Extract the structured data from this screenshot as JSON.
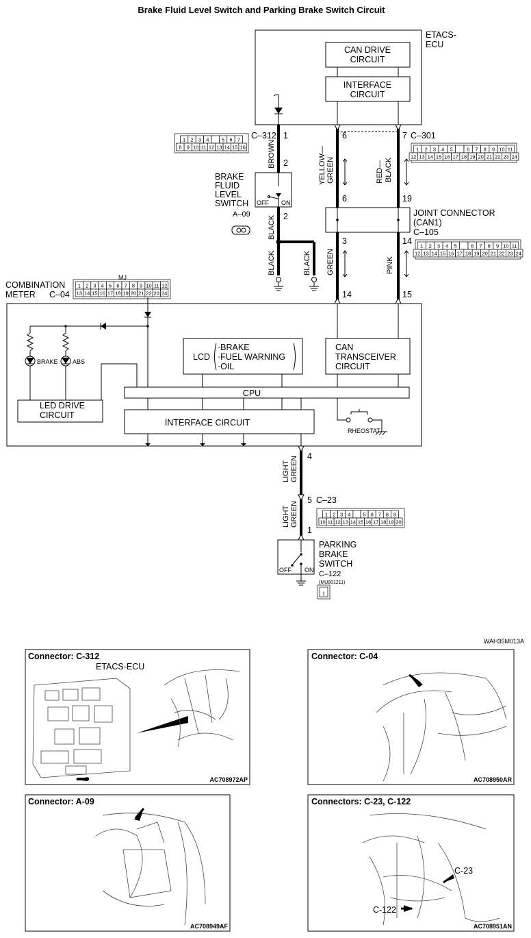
{
  "title": "Brake Fluid Level Switch and Parking Brake Switch Circuit",
  "figure_code": "WAH35M013A",
  "etacs": {
    "label_line1": "ETACS-",
    "label_line2": "ECU",
    "can_drive_line1": "CAN DRIVE",
    "can_drive_line2": "CIRCUIT",
    "interface_line1": "INTERFACE",
    "interface_line2": "CIRCUIT"
  },
  "connectors": {
    "c312": "C–312",
    "c301": "C–301",
    "c105": "C–105",
    "c04": "C–04",
    "c23": "C–23",
    "c122": "C–122",
    "a09": "A–09",
    "c122_part": "(MU801211)",
    "c04_tag": "MJ"
  },
  "pins": {
    "p312_1": "1",
    "p2_top": "2",
    "p2_bottom": "2",
    "p6_top": "6",
    "p6_mid": "6",
    "p7": "7",
    "p19": "19",
    "p3": "3",
    "p14_jc": "14",
    "p14_meter": "14",
    "p15": "15",
    "p4": "4",
    "p5": "5",
    "p1_pb": "1"
  },
  "wires": {
    "brown": "BROWN",
    "black_1": "BLACK",
    "black_2": "BLACK",
    "black_3": "BLACK",
    "yellow_green": "YELLOW—",
    "yellow_green_2": "GREEN",
    "red_black": "RED—",
    "red_black_2": "BLACK",
    "green": "GREEN",
    "pink": "PINK",
    "light_green_1a": "LIGHT",
    "light_green_1b": "GREEN",
    "light_green_2a": "LIGHT",
    "light_green_2b": "GREEN"
  },
  "brake_fluid_switch": {
    "line1": "BRAKE",
    "line2": "FLUID",
    "line3": "LEVEL",
    "line4": "SWITCH",
    "off": "OFF",
    "on": "ON"
  },
  "joint_connector": {
    "line1": "JOINT CONNECTOR",
    "line2": "(CAN1)"
  },
  "meter": {
    "label_line1": "COMBINATION",
    "label_line2": "METER",
    "lcd": "LCD",
    "lcd_item1": "·BRAKE",
    "lcd_item2": "·FUEL WARNING",
    "lcd_item3": "·OIL",
    "can_trx_line1": "CAN",
    "can_trx_line2": "TRANSCEIVER",
    "can_trx_line3": "CIRCUIT",
    "cpu": "CPU",
    "led_drive_line1": "LED DRIVE",
    "led_drive_line2": "CIRCUIT",
    "interface": "INTERFACE CIRCUIT",
    "brake_led": "BRAKE",
    "abs_led": "ABS",
    "rheostat": "RHEOSTAT"
  },
  "parking_brake_switch": {
    "line1": "PARKING",
    "line2": "BRAKE",
    "line3": "SWITCH",
    "off": "OFF",
    "on": "ON"
  },
  "connector_grids": {
    "c312": [
      [
        "1",
        "2",
        "3",
        "4",
        "",
        "5",
        "6",
        "7"
      ],
      [
        "8",
        "9",
        "10",
        "11",
        "12",
        "13",
        "14",
        "15",
        "16"
      ]
    ],
    "c301": [
      [
        "1",
        "2",
        "3",
        "4",
        "5",
        "",
        "6",
        "7",
        "8",
        "9",
        "10",
        "11"
      ],
      [
        "12",
        "13",
        "14",
        "15",
        "16",
        "17",
        "18",
        "19",
        "20",
        "21",
        "22",
        "23",
        "24"
      ]
    ],
    "c105": [
      [
        "1",
        "2",
        "3",
        "4",
        "5",
        "",
        "6",
        "7",
        "8",
        "9",
        "10",
        "11"
      ],
      [
        "12",
        "13",
        "14",
        "15",
        "16",
        "17",
        "18",
        "19",
        "20",
        "21",
        "22",
        "23",
        "24"
      ]
    ],
    "c04": [
      [
        "1",
        "2",
        "3",
        "4",
        "5",
        "6",
        "7",
        "8",
        "9",
        "10",
        "11",
        "12"
      ],
      [
        "13",
        "14",
        "15",
        "16",
        "17",
        "18",
        "19",
        "20",
        "21",
        "22",
        "23",
        "24"
      ]
    ],
    "c23": [
      [
        "1",
        "2",
        "3",
        "4",
        "",
        "5",
        "6",
        "7",
        "8",
        "9"
      ],
      [
        "10",
        "11",
        "12",
        "13",
        "14",
        "15",
        "16",
        "17",
        "18",
        "19",
        "20"
      ]
    ],
    "c122": [
      [
        "1"
      ]
    ]
  },
  "photos": [
    {
      "title": "Connector: C-312",
      "subtitle": "ETACS-ECU",
      "code": "AC708972AP"
    },
    {
      "title": "Connector: C-04",
      "subtitle": "",
      "code": "AC708950AR"
    },
    {
      "title": "Connector: A-09",
      "subtitle": "",
      "code": "AC708949AF"
    },
    {
      "title": "Connectors: C-23, C-122",
      "subtitle": "",
      "code": "AC708951AN",
      "callout1": "C-23",
      "callout2": "C-122"
    }
  ]
}
